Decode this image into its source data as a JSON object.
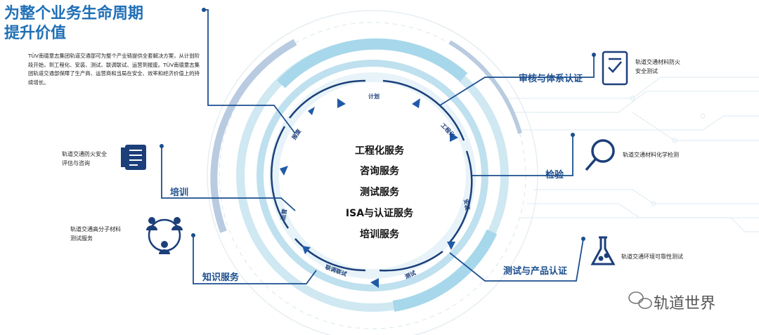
{
  "title": {
    "line1": "为整个业务生命周期",
    "line2": "提升价值"
  },
  "description": "TÜV南德意志集团轨道交通部可为整个产业链提供全套解决方案，从计划阶段开始，到工程化、安装、测试、联调联试、运营到报废。TÜV南德意志集团轨道交通部保障了生产商、运营商和当局在安全、效率和经济价值上的持续增长。",
  "center_services": [
    "工程化服务",
    "咨询服务",
    "测试服务",
    "ISA与认证服务",
    "培训服务"
  ],
  "ring_stages": [
    "计划",
    "工程化",
    "安装",
    "测试",
    "联调联试",
    "运营",
    "报废"
  ],
  "categories": {
    "audit": "审核与体系认证",
    "inspection": "检验",
    "test_cert": "测试与产品认证",
    "training": "培训",
    "knowledge": "知识服务"
  },
  "side_items": {
    "fire_material": [
      "轨道交通材料防火",
      "安全测试"
    ],
    "chem_test": "轨道交通材料化学检测",
    "env_test": "轨道交通环境可靠性测试",
    "fire_eval": [
      "轨道交通防火安全",
      "评估与咨询"
    ],
    "polymer_test": [
      "轨道交通高分子材料",
      "测试服务"
    ]
  },
  "brand": "轨道世界",
  "colors": {
    "primary": "#1f6fb6",
    "navy": "#1c3f7a",
    "light": "#bfe0ee"
  }
}
